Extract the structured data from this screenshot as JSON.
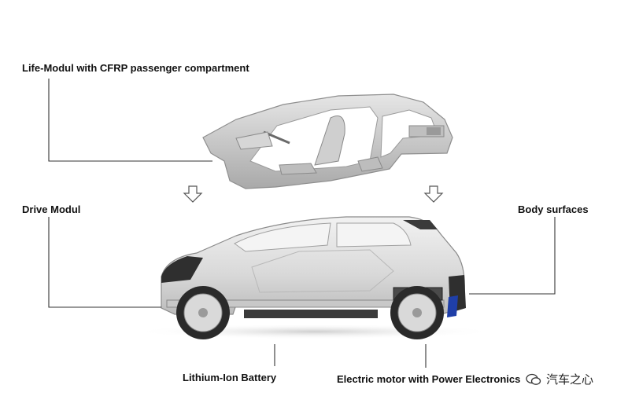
{
  "labels": {
    "life_modul": "Life-Modul with CFRP passenger compartment",
    "drive_modul": "Drive Modul",
    "body_surfaces": "Body surfaces",
    "battery": "Lithium-Ion Battery",
    "motor": "Electric motor with Power Electronics"
  },
  "watermark": {
    "text": "汽车之心"
  },
  "colors": {
    "leader": "#333333",
    "frame": "#c9c9c9",
    "frame_dark": "#9a9a9a",
    "body": "#e2e2e2",
    "tire": "#2a2a2a",
    "accent": "#1f3fa8"
  }
}
